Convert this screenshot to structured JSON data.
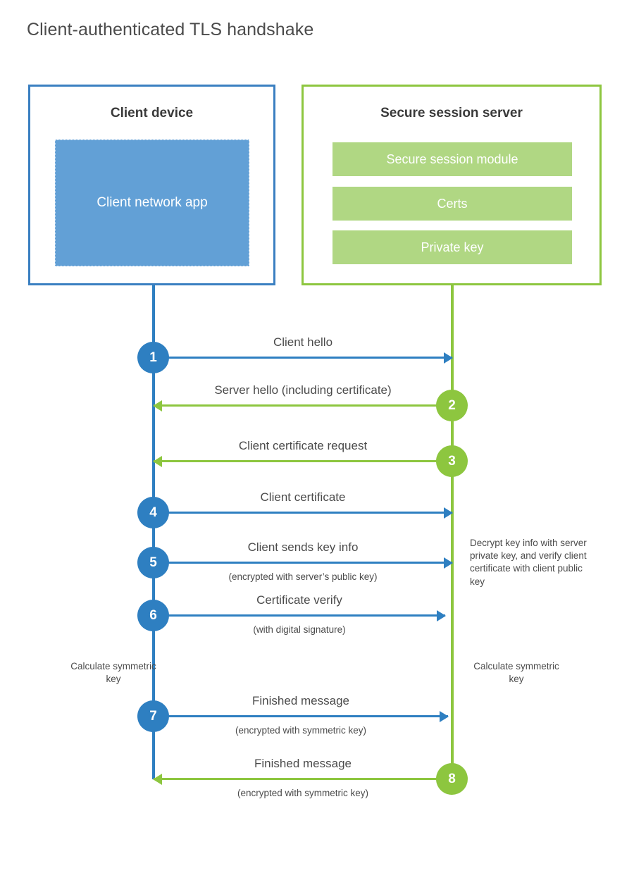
{
  "title": "Client-authenticated TLS handshake",
  "colors": {
    "client_blue": "#2e7fc1",
    "client_app_fill": "#62a0d6",
    "server_green": "#8dc63f",
    "server_bar_fill": "#b0d783",
    "text": "#4b4b4b"
  },
  "actors": {
    "client": {
      "title": "Client device",
      "app_label": "Client network app"
    },
    "server": {
      "title": "Secure session server",
      "modules": [
        "Secure session module",
        "Certs",
        "Private key"
      ]
    }
  },
  "messages": [
    {
      "step": "1",
      "direction": "to-server",
      "origin": "client",
      "label": "Client hello",
      "sublabel": ""
    },
    {
      "step": "2",
      "direction": "to-client",
      "origin": "server",
      "label": "Server hello (including certificate)",
      "sublabel": ""
    },
    {
      "step": "3",
      "direction": "to-client",
      "origin": "server",
      "label": "Client certificate request",
      "sublabel": ""
    },
    {
      "step": "4",
      "direction": "to-server",
      "origin": "client",
      "label": "Client certificate",
      "sublabel": ""
    },
    {
      "step": "5",
      "direction": "to-server",
      "origin": "client",
      "label": "Client sends key info",
      "sublabel": "(encrypted with server’s public key)"
    },
    {
      "step": "6",
      "direction": "to-server",
      "origin": "client",
      "label": "Certificate verify",
      "sublabel": "(with digital signature)"
    },
    {
      "step": "7",
      "direction": "to-server",
      "origin": "client",
      "label": "Finished message",
      "sublabel": "(encrypted with symmetric key)"
    },
    {
      "step": "8",
      "direction": "to-client",
      "origin": "server",
      "label": "Finished message",
      "sublabel": "(encrypted with symmetric key)"
    }
  ],
  "annotations": {
    "server_decrypt": "Decrypt key info with server private key, and verify client certificate with client public key",
    "client_calculate": "Calculate symmetric key",
    "server_calculate": "Calculate symmetric key"
  }
}
